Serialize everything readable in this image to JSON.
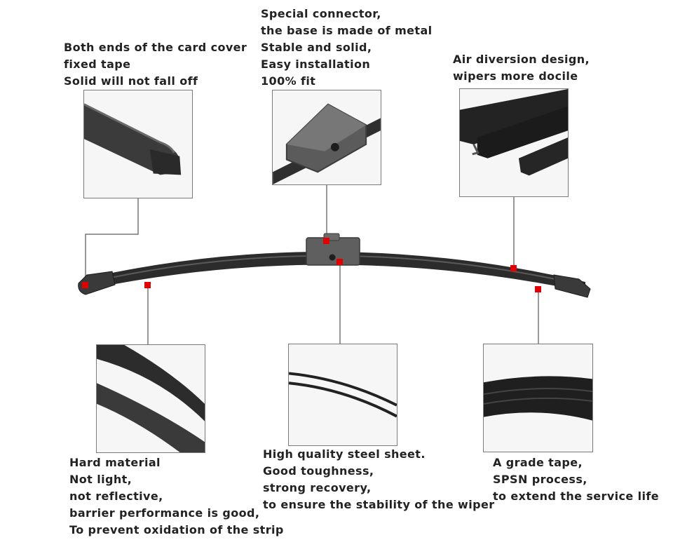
{
  "callouts": {
    "end_cap": {
      "lines": [
        "Both ends of the card cover",
        "fixed tape",
        "Solid will not fall off"
      ]
    },
    "connector": {
      "lines": [
        "Special connector,",
        "the base is made of metal",
        "Stable and solid,",
        "Easy installation",
        "100% fit"
      ]
    },
    "air_diversion": {
      "lines": [
        "Air diversion design,",
        "wipers more docile"
      ]
    },
    "hard_material": {
      "lines": [
        "Hard material",
        "Not light,",
        "not reflective,",
        "barrier performance is good,",
        "To prevent oxidation of the strip"
      ]
    },
    "steel_sheet": {
      "lines": [
        "High quality steel sheet.",
        "Good toughness,",
        "strong recovery,",
        "to ensure the stability of the wiper"
      ]
    },
    "rubber_tape": {
      "lines": [
        "A grade tape,",
        "SPSN process,",
        "to extend the service life"
      ]
    }
  },
  "colors": {
    "marker": "#e00000",
    "leader_line": "#777777",
    "blade": "#2c2c2c",
    "text": "#222222"
  }
}
